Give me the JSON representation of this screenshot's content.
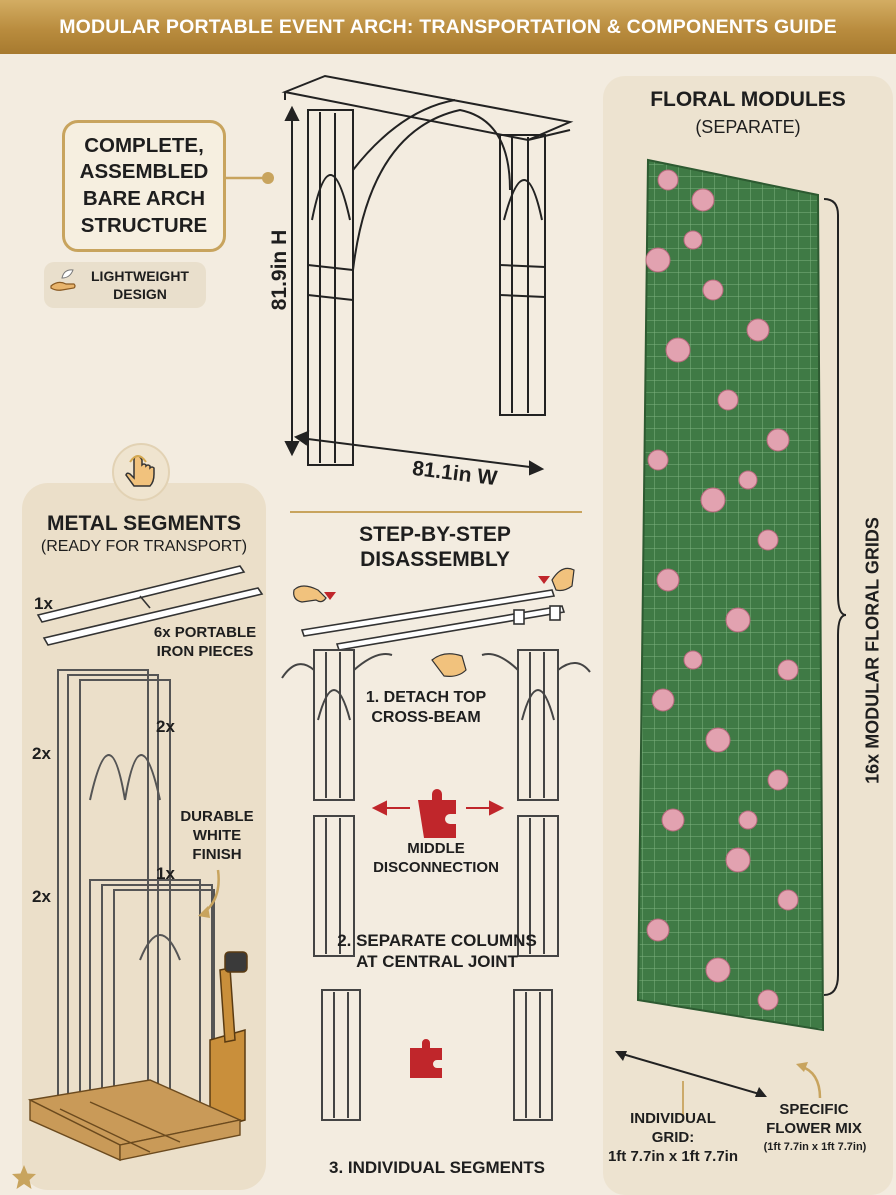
{
  "title": "MODULAR PORTABLE EVENT ARCH: TRANSPORTATION & COMPONENTS GUIDE",
  "assembled": {
    "callout": "COMPLETE,\nASSEMBLED\nBARE ARCH\nSTRUCTURE",
    "lightweight": "LIGHTWEIGHT\nDESIGN",
    "height": "81.9in H",
    "width": "81.1in W"
  },
  "metal": {
    "title": "METAL SEGMENTS",
    "subtitle": "(READY FOR TRANSPORT)",
    "count_1x_top": "1x",
    "pieces": "6x PORTABLE\nIRON PIECES",
    "count_2x_right": "2x",
    "count_2x_left_upper": "2x",
    "finish": "DURABLE\nWHITE\nFINISH",
    "count_1x_mid": "1x",
    "count_2x_left_lower": "2x"
  },
  "steps": {
    "title": "STEP-BY-STEP\nDISASSEMBLY",
    "step1": "1. DETACH TOP\nCROSS-BEAM",
    "middle": "MIDDLE\nDISCONNECTION",
    "step2": "2. SEPARATE COLUMNS\nAT CENTRAL JOINT",
    "step3": "3. INDIVIDUAL SEGMENTS"
  },
  "floral": {
    "title": "FLORAL MODULES",
    "subtitle": "(SEPARATE)",
    "grids": "16x MODULAR FLORAL GRIDS",
    "individual": "INDIVIDUAL\nGRID:\n1ft 7.7in x 1ft 7.7in",
    "specific": "SPECIFIC\nFLOWER MIX",
    "specific_size": "(1ft 7.7in x 1ft 7.7in)"
  },
  "colors": {
    "gold": "#c8a45e",
    "banner": "#b98c3e",
    "metal_panel": "#ebdfc9",
    "floral_panel": "#ede3d0",
    "foliage": "#3f7a45",
    "rose": "#e2a2b0",
    "red_accent": "#c0262b"
  }
}
